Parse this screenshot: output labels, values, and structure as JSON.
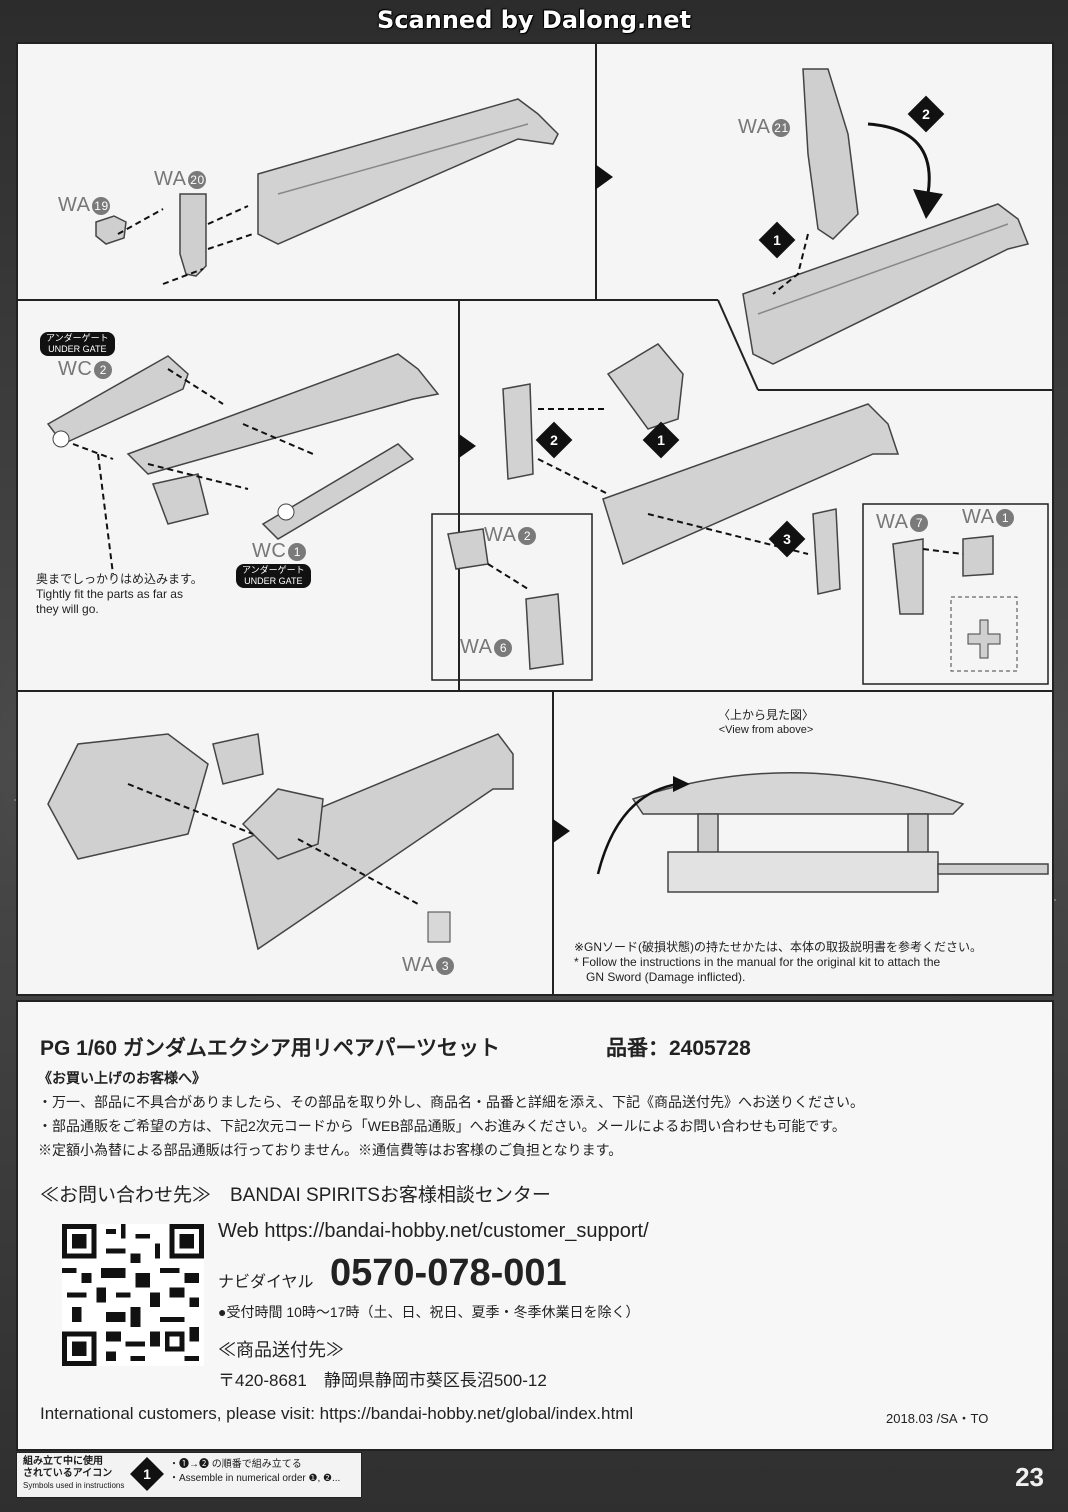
{
  "scanner_label": "Scanned by Dalong.net",
  "parts": {
    "wa19": "WA",
    "wa19_num": "19",
    "wa20": "WA",
    "wa20_num": "20",
    "wa21": "WA",
    "wa21_num": "21",
    "wc2": "WC",
    "wc2_num": "2",
    "wc1": "WC",
    "wc1_num": "1",
    "wa2": "WA",
    "wa2_num": "2",
    "wa6": "WA",
    "wa6_num": "6",
    "wa7": "WA",
    "wa7_num": "7",
    "wa1": "WA",
    "wa1_num": "1",
    "wa3": "WA",
    "wa3_num": "3"
  },
  "steps": {
    "s1": "1",
    "s2": "2",
    "s3": "3"
  },
  "under_gate": {
    "jp": "アンダーゲート",
    "en": "UNDER GATE"
  },
  "notes": {
    "fit_jp": "奥までしっかりはめ込みます。",
    "fit_en_1": "Tightly fit the parts as far as",
    "fit_en_2": "they will go.",
    "view_jp": "〈上から見た図〉",
    "view_en": "<View from above>",
    "sword_jp": "※GNソード(破損状態)の持たせかたは、本体の取扱説明書を参考ください。",
    "sword_en_1": "* Follow the instructions in the manual for the original kit to attach the",
    "sword_en_2": "GN Sword (Damage inflicted)."
  },
  "info": {
    "product": "PG 1/60 ガンダムエクシア用リペアパーツセット",
    "code": "品番：2405728",
    "customer_heading": "《お買い上げのお客様へ》",
    "line1": "・万一、部品に不具合がありましたら、その部品を取り外し、商品名・品番と詳細を添え、下記《商品送付先》へお送りください。",
    "line2": "・部品通販をご希望の方は、下記2次元コードから「WEB部品通販」へお進みください。メールによるお問い合わせも可能です。",
    "line3": "※定額小為替による部品通販は行っておりません。※通信費等はお客様のご負担となります。",
    "contact": "≪お問い合わせ先≫　BANDAI SPIRITSお客様相談センター",
    "web": "Web https://bandai-hobby.net/customer_support/",
    "navi_label": "ナビダイヤル",
    "navi_number": "0570-078-001",
    "hours": "●受付時間 10時〜17時（土、日、祝日、夏季・冬季休業日を除く）",
    "ship_heading": "≪商品送付先≫",
    "address": "〒420-8681　静岡県静岡市葵区長沼500-12",
    "intl": "International customers, please visit: https://bandai-hobby.net/global/index.html",
    "date": "2018.03 /SA・TO"
  },
  "footer": {
    "icon_jp_1": "組み立て中に使用",
    "icon_jp_2": "されているアイコン",
    "icon_en": "Symbols used in instructions",
    "step_icon": "1",
    "order_jp": "・❶→❷ の順番で組み立てる",
    "order_en": "・Assemble in numerical order ❶, ❷..."
  },
  "page_number": "23"
}
